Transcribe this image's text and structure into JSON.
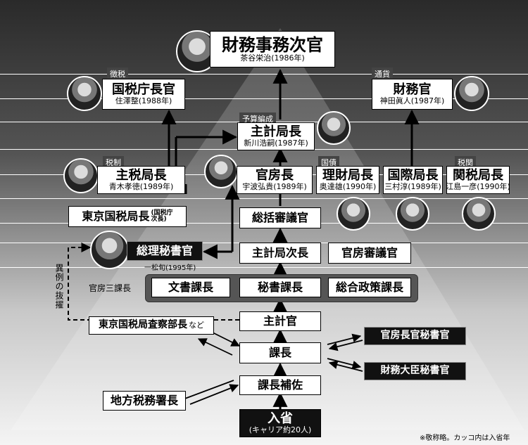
{
  "title": {
    "name": "財務事務次官",
    "person": "茶谷栄治",
    "year": "(1986年)"
  },
  "top_left": {
    "tag": "徴税",
    "name": "国税庁長官",
    "person": "住澤整",
    "year": "(1988年)"
  },
  "top_right": {
    "tag": "通貨",
    "name": "財務官",
    "person": "神田眞人",
    "year": "(1987年)"
  },
  "shukei": {
    "tag": "予算編成",
    "name": "主計局長",
    "person": "新川浩嗣",
    "year": "(1987年)"
  },
  "shuzei": {
    "tag": "税制",
    "name": "主税局長",
    "person": "青木孝徳",
    "year": "(1989年)"
  },
  "kanbou": {
    "name": "官房長",
    "person": "宇波弘貴",
    "year": "(1989年)"
  },
  "rizai": {
    "tag": "国債",
    "name": "理財局長",
    "person": "奥達雄",
    "year": "(1990年)"
  },
  "kokusai": {
    "name": "国際局長",
    "person": "三村淳",
    "year": "(1989年)"
  },
  "kanzei": {
    "tag": "税関",
    "name": "関税局長",
    "person": "江島一彦",
    "year": "(1990年)"
  },
  "tokyo_kokuzei": {
    "name": "東京国税局長",
    "sub": "(国税庁\n次長)"
  },
  "soukatsu": {
    "name": "総括審議官"
  },
  "souri": {
    "name": "総理秘書官",
    "person": "一松旬",
    "year": "(1995年)"
  },
  "jicho": {
    "name": "主計局次長"
  },
  "kanbou_shingi": {
    "name": "官房審議官"
  },
  "ibrei": {
    "text": "異例の抜擢"
  },
  "sankacho": {
    "label": "官房三課長",
    "items": [
      "文書課長",
      "秘書課長",
      "総合政策課長"
    ]
  },
  "satsubu": {
    "name": "東京国税局査察部長",
    "suffix": "など"
  },
  "shukeikan": {
    "name": "主計官"
  },
  "kacho": {
    "name": "課長"
  },
  "hisho1": {
    "name": "官房長官秘書官"
  },
  "hisho2": {
    "name": "財務大臣秘書官"
  },
  "hosa": {
    "name": "課長補佐"
  },
  "chihou": {
    "name": "地方税務署長"
  },
  "nyusho": {
    "name": "入省",
    "sub": "(キャリア約20人)"
  },
  "footnote": "※敬称略。カッコ内は入省年"
}
